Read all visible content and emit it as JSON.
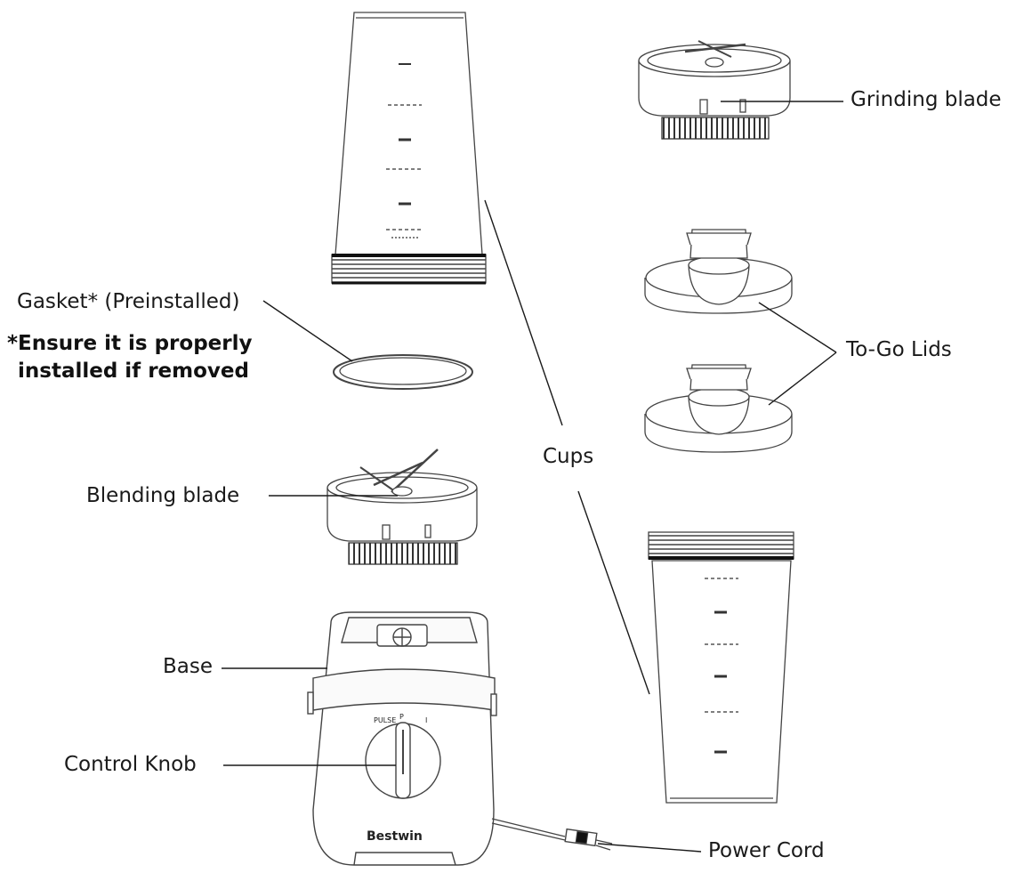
{
  "labels": {
    "grinding_blade": "Grinding blade",
    "gasket": "Gasket* (Preinstalled)",
    "gasket_note_line1": "*Ensure it is properly",
    "gasket_note_line2": "installed if removed",
    "to_go_lids": "To-Go Lids",
    "cups": "Cups",
    "blending_blade": "Blending blade",
    "base": "Base",
    "control_knob": "Control Knob",
    "power_cord": "Power Cord"
  },
  "colors": {
    "line": "#1a1a1a",
    "part_stroke": "#444444",
    "fill": "#ffffff"
  }
}
